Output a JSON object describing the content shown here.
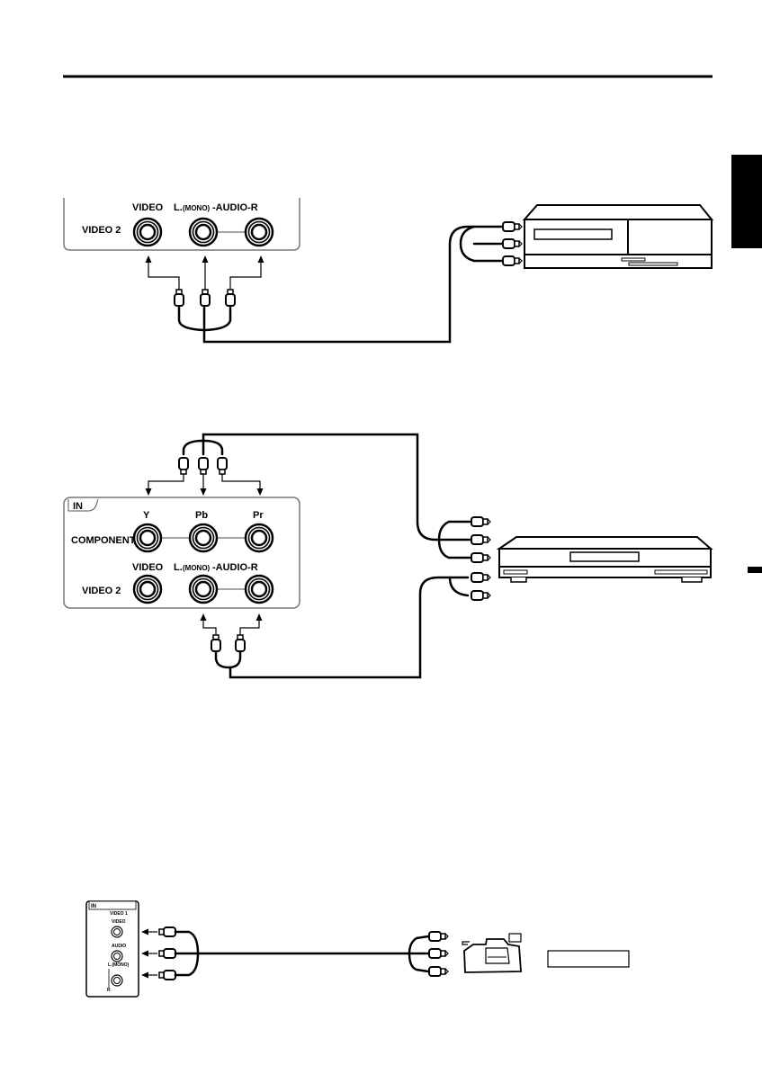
{
  "diagram1": {
    "panel": {
      "row_label": "VIDEO 2",
      "video_label": "VIDEO",
      "audio_left": "L.",
      "audio_mono": "(MONO)",
      "audio_right": "-AUDIO-R"
    }
  },
  "diagram2": {
    "panel": {
      "in_label": "IN",
      "component_label": "COMPONENT",
      "y_label": "Y",
      "pb_label": "Pb",
      "pr_label": "Pr",
      "row_label": "VIDEO 2",
      "video_label": "VIDEO",
      "audio_left": "L.",
      "audio_mono": "(MONO)",
      "audio_right": "-AUDIO-R"
    }
  },
  "diagram3": {
    "panel": {
      "in_label": "IN",
      "video1_label": "VIDEO 1",
      "video_label": "VIDEO",
      "audio_label": "AUDIO",
      "mono_label": "L.(MONO)",
      "r_label": "R"
    }
  }
}
